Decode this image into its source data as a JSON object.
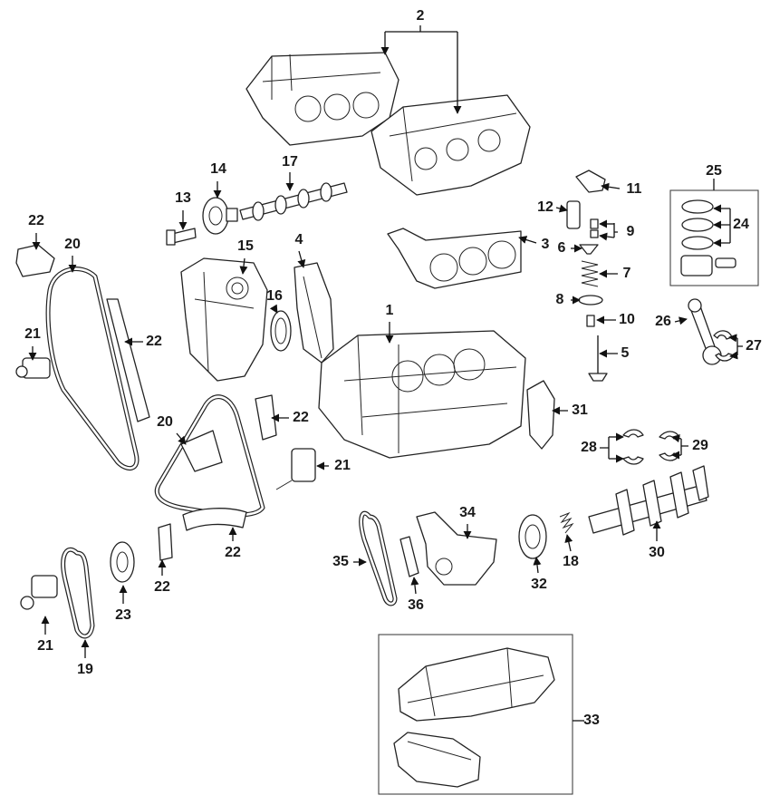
{
  "callouts": {
    "c1": "1",
    "c2": "2",
    "c3": "3",
    "c4": "4",
    "c5": "5",
    "c6": "6",
    "c7": "7",
    "c8": "8",
    "c9": "9",
    "c10": "10",
    "c11": "11",
    "c12": "12",
    "c13": "13",
    "c14": "14",
    "c15": "15",
    "c16": "16",
    "c17": "17",
    "c18": "18",
    "c19": "19",
    "c20a": "20",
    "c20b": "20",
    "c21a": "21",
    "c21b": "21",
    "c21c": "21",
    "c22a": "22",
    "c22b": "22",
    "c22c": "22",
    "c22d": "22",
    "c22e": "22",
    "c23": "23",
    "c24": "24",
    "c25": "25",
    "c26": "26",
    "c27": "27",
    "c28": "28",
    "c29": "29",
    "c30": "30",
    "c31": "31",
    "c32": "32",
    "c33": "33",
    "c34": "34",
    "c35": "35",
    "c36": "36"
  },
  "colors": {
    "line": "#222222",
    "background": "#ffffff"
  }
}
